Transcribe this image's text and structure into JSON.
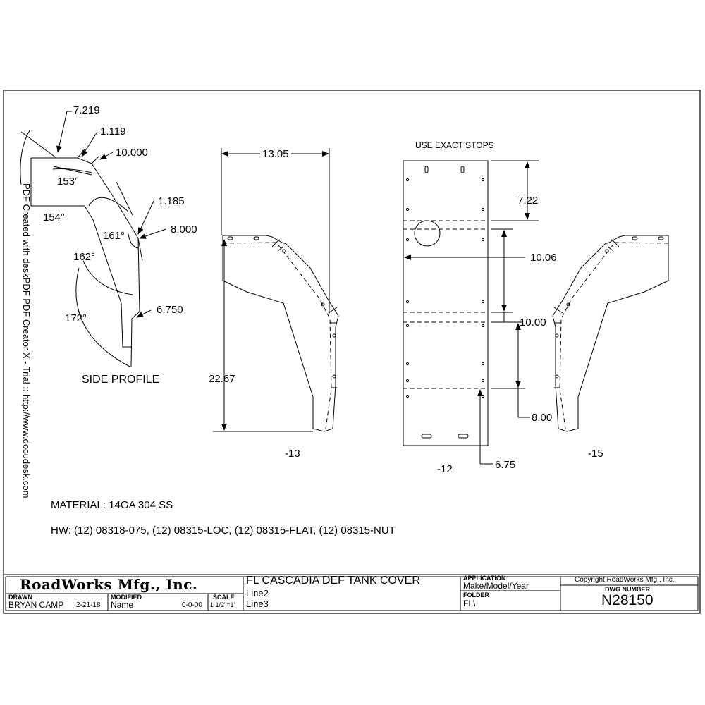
{
  "watermark": "PDF Created with deskPDF PDF Creator X - Trial :: http://www.docudesk.com",
  "side_profile": {
    "title": "SIDE PROFILE",
    "dims": [
      "7.219",
      "1.119",
      "10.000",
      "1.185",
      "8.000",
      "6.750"
    ],
    "angles": [
      "153°",
      "154°",
      "161°",
      "162°",
      "172°"
    ]
  },
  "view_13": {
    "label": "-13",
    "width": "13.05",
    "height": "22.67"
  },
  "view_12": {
    "label": "-12",
    "note": "USE EXACT STOPS",
    "dims": [
      "7.22",
      "10.06",
      "10.00",
      "8.00",
      "6.75"
    ]
  },
  "view_15": {
    "label": "-15"
  },
  "notes": {
    "material": "MATERIAL: 14GA 304 SS",
    "hardware": "HW: (12) 08318-075, (12) 08315-LOC, (12) 08315-FLAT, (12) 08315-NUT"
  },
  "title_block": {
    "company": "RoadWorks Mfg., Inc.",
    "drawn_label": "DRAWN",
    "drawn_by": "BRYAN CAMP",
    "drawn_date": "2-21-18",
    "modified_label": "MODIFIED",
    "modified_by": "Name",
    "modified_date": "0-0-00",
    "scale_label": "SCALE",
    "scale": "1 1/2\"=1'",
    "title_line1": "FL CASCADIA DEF TANK COVER",
    "title_line2": "Line2",
    "title_line3": "Line3",
    "application_label": "APPLICATION",
    "application": "Make/Model/Year",
    "folder_label": "FOLDER",
    "folder": "FL\\",
    "copyright": "Copyright RoadWorks Mfg., Inc.",
    "dwg_number_label": "DWG NUMBER",
    "dwg_number": "N28150"
  }
}
